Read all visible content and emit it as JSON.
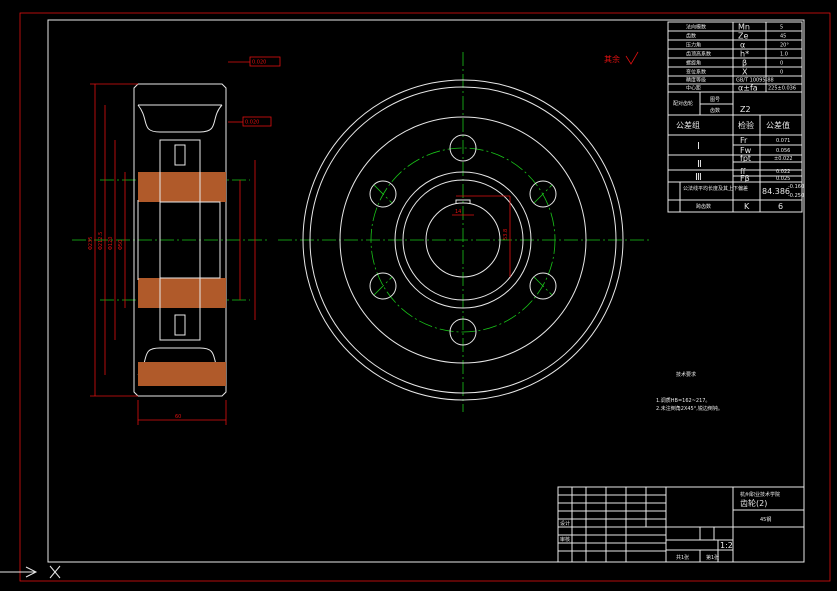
{
  "params_table": {
    "rows": [
      {
        "label": "法向模数",
        "symbol": "Mn",
        "value": "5"
      },
      {
        "label": "齿数",
        "symbol": "Ze",
        "value": "45"
      },
      {
        "label": "压力角",
        "symbol": "α",
        "value": "20°"
      },
      {
        "label": "齿顶高系数",
        "symbol": "h*",
        "value": "1.0"
      },
      {
        "label": "螺旋角",
        "symbol": "β",
        "value": "0"
      },
      {
        "label": "变位系数",
        "symbol": "X",
        "value": "0"
      },
      {
        "label": "精度等级",
        "symbol": "",
        "value": "GB/T 10095-88"
      },
      {
        "label": "中心距",
        "symbol": "α±fa",
        "value": "225±0.036"
      }
    ],
    "mate": {
      "label": "配对齿轮",
      "sub1": "图号",
      "sub2": "齿数",
      "symbol": "Z2"
    },
    "tolerance_header": {
      "group": "公差组",
      "item": "检验",
      "tol": "公差值"
    },
    "tolerance_groups": [
      {
        "group": "Ⅰ",
        "items": [
          {
            "symbol": "Fr",
            "value": "0.071"
          },
          {
            "symbol": "Fw",
            "value": "0.056"
          }
        ]
      },
      {
        "group": "Ⅱ",
        "items": [
          {
            "symbol": "fpt",
            "value": "±0.022"
          },
          {
            "symbol": "ff",
            "value": "0.022"
          }
        ]
      },
      {
        "group": "Ⅲ",
        "items": [
          {
            "symbol": "Fβ",
            "value": "0.025"
          }
        ]
      }
    ],
    "span_row": {
      "label": "公法线平均长度及其上下偏差",
      "value": "84.386",
      "upper": "-0.160",
      "lower": "-0.250"
    },
    "span_teeth": {
      "label": "跨齿数",
      "symbol": "K",
      "value": "6"
    }
  },
  "roughness_note": "其余",
  "tech_requirements": {
    "title": "技术要求",
    "items": [
      "1.调质HB=162~217。",
      "2.未注倒角2X45°,锐边倒钝。"
    ]
  },
  "title_block": {
    "school": "杭州职业技术学院",
    "drawing_name": "齿轮(2)",
    "material": "45钢",
    "scale": "1:2",
    "sheet": "共1张",
    "sheet_no": "第1张",
    "designer": "设计",
    "checker": "审核"
  },
  "dimensions": {
    "outer_diameter": "Φ235",
    "root_diameter": "Φ212.5",
    "hub_diameter": "Φ120",
    "bore_diameter": "Φ50",
    "width": "60",
    "key_depth": "53.8",
    "key_width": "14",
    "runout_1": "0.020",
    "runout_2": "0.020"
  }
}
